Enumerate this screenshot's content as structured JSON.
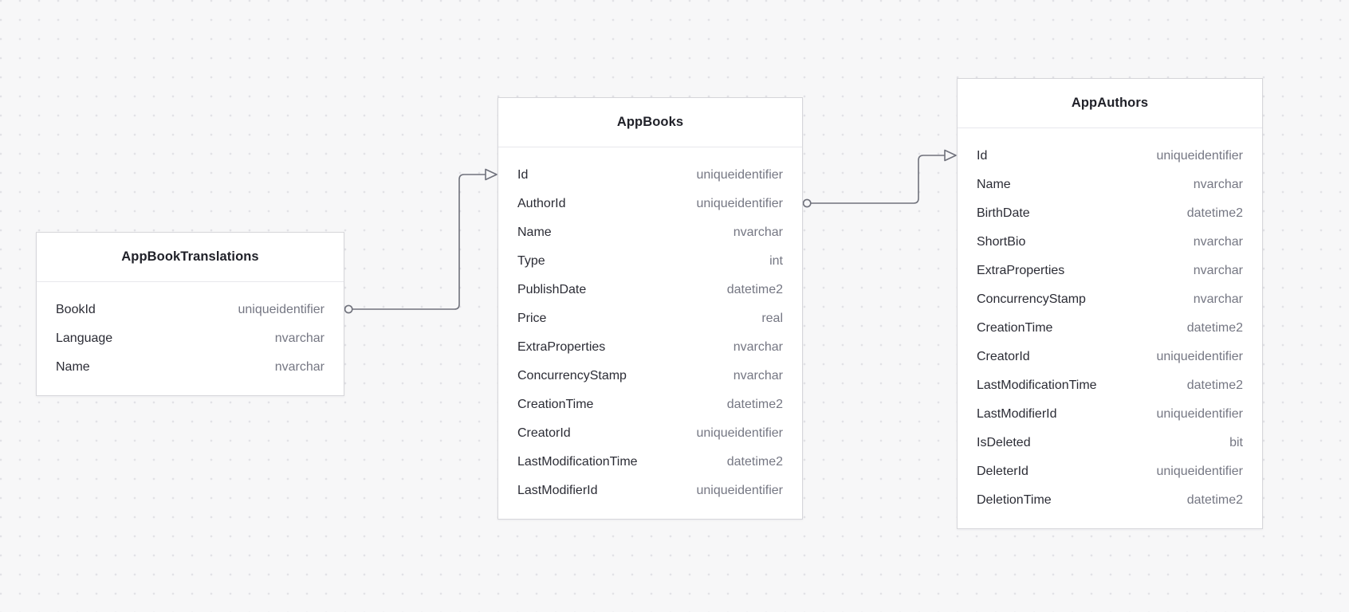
{
  "canvas": {
    "background_color": "#f7f7f8",
    "dot_grid_color": "#e2e2e6"
  },
  "colors": {
    "table_background": "#ffffff",
    "table_border": "#d6d6da",
    "header_divider": "#e8e8ec",
    "title_text": "#1f2028",
    "field_text": "#2b2c35",
    "type_text": "#757783",
    "connector": "#70727c"
  },
  "diagram": {
    "tables": [
      {
        "name": "AppBookTranslations",
        "fields": [
          {
            "name": "BookId",
            "type": "uniqueidentifier"
          },
          {
            "name": "Language",
            "type": "nvarchar"
          },
          {
            "name": "Name",
            "type": "nvarchar"
          }
        ]
      },
      {
        "name": "AppBooks",
        "fields": [
          {
            "name": "Id",
            "type": "uniqueidentifier"
          },
          {
            "name": "AuthorId",
            "type": "uniqueidentifier"
          },
          {
            "name": "Name",
            "type": "nvarchar"
          },
          {
            "name": "Type",
            "type": "int"
          },
          {
            "name": "PublishDate",
            "type": "datetime2"
          },
          {
            "name": "Price",
            "type": "real"
          },
          {
            "name": "ExtraProperties",
            "type": "nvarchar"
          },
          {
            "name": "ConcurrencyStamp",
            "type": "nvarchar"
          },
          {
            "name": "CreationTime",
            "type": "datetime2"
          },
          {
            "name": "CreatorId",
            "type": "uniqueidentifier"
          },
          {
            "name": "LastModificationTime",
            "type": "datetime2"
          },
          {
            "name": "LastModifierId",
            "type": "uniqueidentifier"
          }
        ]
      },
      {
        "name": "AppAuthors",
        "fields": [
          {
            "name": "Id",
            "type": "uniqueidentifier"
          },
          {
            "name": "Name",
            "type": "nvarchar"
          },
          {
            "name": "BirthDate",
            "type": "datetime2"
          },
          {
            "name": "ShortBio",
            "type": "nvarchar"
          },
          {
            "name": "ExtraProperties",
            "type": "nvarchar"
          },
          {
            "name": "ConcurrencyStamp",
            "type": "nvarchar"
          },
          {
            "name": "CreationTime",
            "type": "datetime2"
          },
          {
            "name": "CreatorId",
            "type": "uniqueidentifier"
          },
          {
            "name": "LastModificationTime",
            "type": "datetime2"
          },
          {
            "name": "LastModifierId",
            "type": "uniqueidentifier"
          },
          {
            "name": "IsDeleted",
            "type": "bit"
          },
          {
            "name": "DeleterId",
            "type": "uniqueidentifier"
          },
          {
            "name": "DeletionTime",
            "type": "datetime2"
          }
        ]
      }
    ],
    "relationships": [
      {
        "from_table": "AppBookTranslations",
        "from_field": "BookId",
        "to_table": "AppBooks",
        "to_field": "Id",
        "source_marker": "circle",
        "target_marker": "open-arrow"
      },
      {
        "from_table": "AppBooks",
        "from_field": "AuthorId",
        "to_table": "AppAuthors",
        "to_field": "Id",
        "source_marker": "circle",
        "target_marker": "open-arrow"
      }
    ]
  }
}
